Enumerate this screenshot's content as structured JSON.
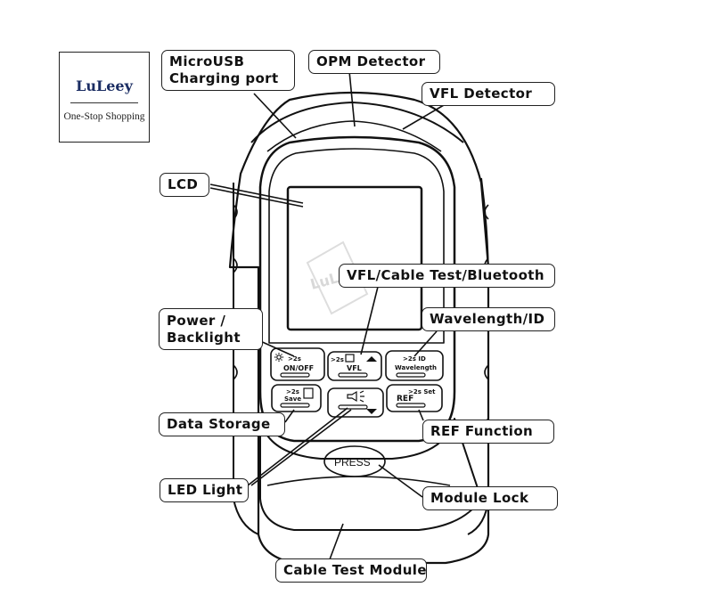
{
  "logo": {
    "name": "LuLeey",
    "tagline": "One-Stop Shopping"
  },
  "watermark": "LuLeey",
  "callouts": {
    "microusb": {
      "line1": "MicroUSB",
      "line2": "Charging port"
    },
    "opm": "OPM Detector",
    "vfl_detector": "VFL Detector",
    "lcd": "LCD",
    "vfl_cable": "VFL/Cable Test/Bluetooth",
    "wavelength": "Wavelength/ID",
    "power": {
      "line1": "Power /",
      "line2": "Backlight"
    },
    "data_storage": "Data Storage",
    "ref": "REF Function",
    "led": "LED Light",
    "module_lock": "Module Lock",
    "cable_module": "Cable Test Module"
  },
  "device": {
    "buttons": {
      "on_off": {
        "hint": ">2s",
        "label": "ON/OFF"
      },
      "vfl": {
        "hint": ">2s",
        "label": "VFL"
      },
      "wavelength": {
        "hint": ">2s ID",
        "label": "Wavelength"
      },
      "save": {
        "hint": ">2s",
        "label": "Save"
      },
      "ref": {
        "hint": ">2s Set",
        "label": "REF"
      }
    },
    "press_label": "PRESS"
  }
}
